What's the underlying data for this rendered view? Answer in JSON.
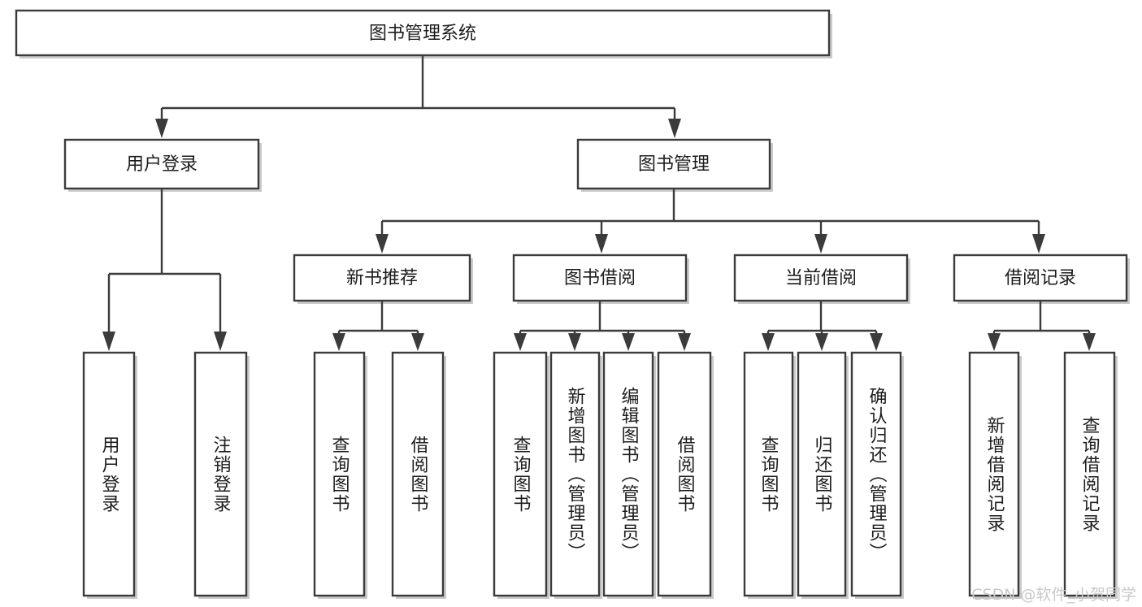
{
  "diagram": {
    "type": "tree",
    "title": "图书管理系统",
    "levels": {
      "root": {
        "label": "图书管理系统"
      },
      "level2": [
        {
          "id": "user-login",
          "label": "用户登录"
        },
        {
          "id": "book-management",
          "label": "图书管理"
        }
      ],
      "level3": [
        {
          "id": "new-book-recommend",
          "label": "新书推荐",
          "parent": "book-management"
        },
        {
          "id": "book-borrow",
          "label": "图书借阅",
          "parent": "book-management"
        },
        {
          "id": "current-borrow",
          "label": "当前借阅",
          "parent": "book-management"
        },
        {
          "id": "borrow-record",
          "label": "借阅记录",
          "parent": "book-management"
        }
      ],
      "leaves": [
        {
          "id": "leaf-user-login",
          "label": "用户登录",
          "parent": "user-login"
        },
        {
          "id": "leaf-logout",
          "label": "注销登录",
          "parent": "user-login"
        },
        {
          "id": "leaf-query-book-1",
          "label": "查询图书",
          "parent": "new-book-recommend"
        },
        {
          "id": "leaf-borrow-book-1",
          "label": "借阅图书",
          "parent": "new-book-recommend"
        },
        {
          "id": "leaf-query-book-2",
          "label": "查询图书",
          "parent": "book-borrow"
        },
        {
          "id": "leaf-add-book",
          "label": "新增图书（管理员）",
          "parent": "book-borrow"
        },
        {
          "id": "leaf-edit-book",
          "label": "编辑图书（管理员）",
          "parent": "book-borrow"
        },
        {
          "id": "leaf-borrow-book-2",
          "label": "借阅图书",
          "parent": "book-borrow"
        },
        {
          "id": "leaf-query-book-3",
          "label": "查询图书",
          "parent": "current-borrow"
        },
        {
          "id": "leaf-return-book",
          "label": "归还图书",
          "parent": "current-borrow"
        },
        {
          "id": "leaf-confirm-return",
          "label": "确认归还（管理员）",
          "parent": "current-borrow"
        },
        {
          "id": "leaf-add-record",
          "label": "新增借阅记录",
          "parent": "borrow-record"
        },
        {
          "id": "leaf-query-record",
          "label": "查询借阅记录",
          "parent": "borrow-record"
        }
      ]
    },
    "colors": {
      "stroke": "#3b3b3b",
      "fill": "#ffffff",
      "text": "#1d1d1d",
      "watermark": "#c9c9c9"
    }
  },
  "watermark": {
    "text": "CSDN @软件_小贺同学"
  }
}
